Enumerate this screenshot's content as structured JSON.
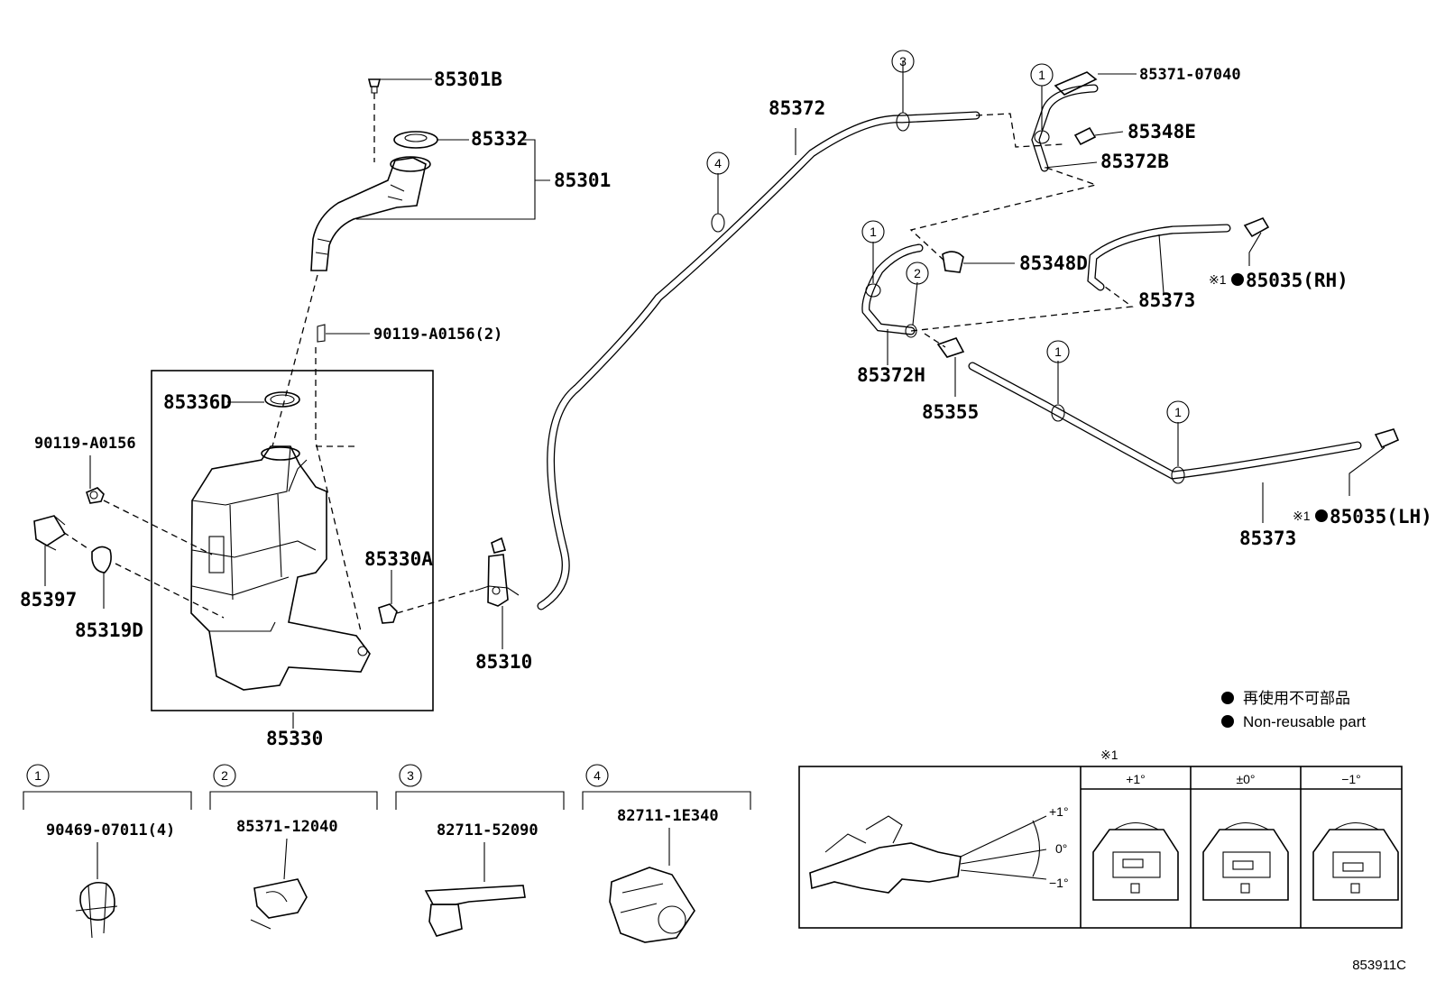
{
  "diagram_id": "853911C",
  "labels": {
    "p85301B": "85301B",
    "p85332": "85332",
    "p85301": "85301",
    "p90119_2": "90119-A0156(2)",
    "p85336D": "85336D",
    "p90119": "90119-A0156",
    "p85397": "85397",
    "p85319D": "85319D",
    "p85330A": "85330A",
    "p85310": "85310",
    "p85330": "85330",
    "p85372": "85372",
    "p85371_07040": "85371-07040",
    "p85348E": "85348E",
    "p85372B": "85372B",
    "p85348D": "85348D",
    "p85035RH": "85035(RH)",
    "p85373a": "85373",
    "p85372H": "85372H",
    "p85355": "85355",
    "p85035LH": "85035(LH)",
    "p85373b": "85373"
  },
  "mark_prefix": "※1",
  "legend": {
    "jp": "再使用不可部品",
    "en": "Non-reusable part"
  },
  "callouts": {
    "c1": "1",
    "c2": "2",
    "c3": "3",
    "c4": "4"
  },
  "clip_parts": [
    {
      "num": "1",
      "part": "90469-07011(4)"
    },
    {
      "num": "2",
      "part": "85371-12040"
    },
    {
      "num": "3",
      "part": "82711-52090"
    },
    {
      "num": "4",
      "part": "82711-1E340"
    }
  ],
  "angle_table": {
    "note": "※1",
    "headers": [
      "+1°",
      "±0°",
      "−1°"
    ],
    "angle_labels": [
      "+1°",
      "0°",
      "−1°"
    ]
  }
}
